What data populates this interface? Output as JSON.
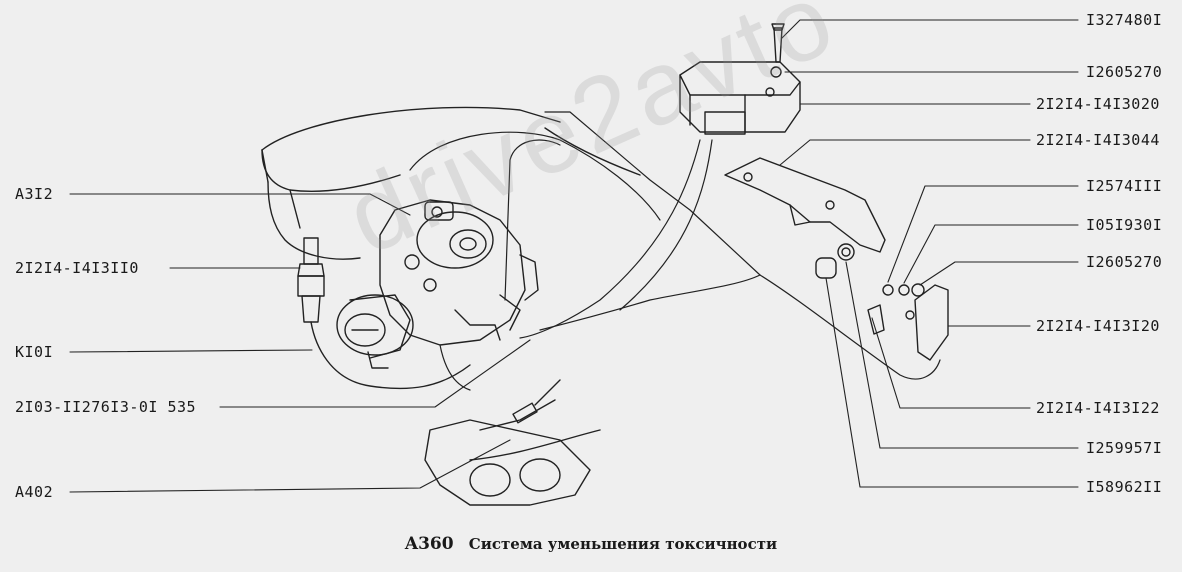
{
  "diagram": {
    "code": "A360",
    "title": "Система уменьшения токсичности",
    "watermark": "drive2avto",
    "left_labels": [
      "A3I2",
      "2I2I4-I4I3II0",
      "KI0I",
      "2I03-II276I3-0I 535",
      "A402"
    ],
    "right_labels": [
      "I327480I",
      "I2605270",
      "2I2I4-I4I3020",
      "2I2I4-I4I3044",
      "I2574III",
      "I05I930I",
      "I2605270",
      "2I2I4-I4I3I20",
      "2I2I4-I4I3I22",
      "I259957I",
      "I58962II"
    ]
  }
}
